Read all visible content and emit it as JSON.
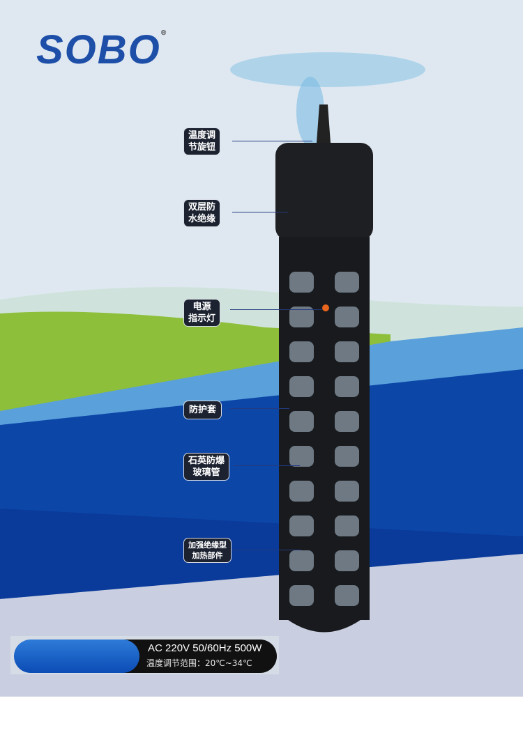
{
  "brand": {
    "logo_text": "SOBO",
    "registered": "®"
  },
  "labels": [
    {
      "line1": "温度调",
      "line2": "节旋钮"
    },
    {
      "line1": "双层防",
      "line2": "水绝缘"
    },
    {
      "line1": "电源",
      "line2": "指示灯"
    },
    {
      "line1": "防护套",
      "line2": ""
    },
    {
      "line1": "石英防爆",
      "line2": "玻璃管"
    },
    {
      "line1": "加强绝缘型",
      "line2": "加热部件"
    }
  ],
  "spec": {
    "power": "AC 220V 50/60Hz 500W",
    "temp_range": "温度调节范围：20℃~34℃"
  },
  "colors": {
    "brand_blue": "#1e4fa8",
    "label_bg": "#1c2230"
  }
}
